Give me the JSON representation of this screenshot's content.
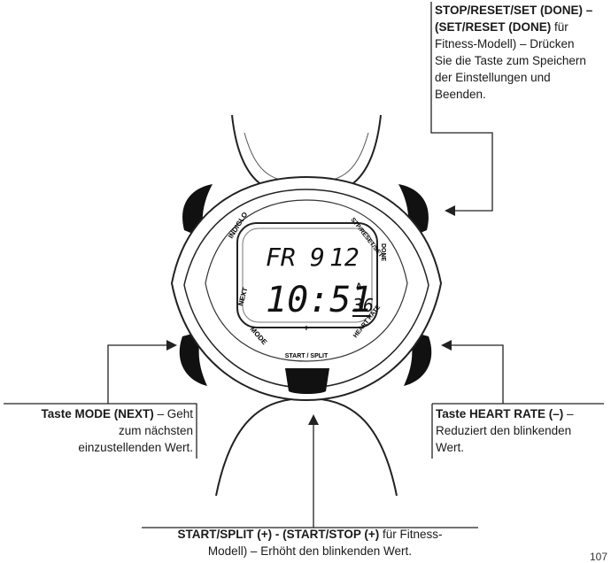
{
  "watch": {
    "buttons": {
      "top_left": "INDIGLO",
      "top_right": "STP/RESET/SET",
      "bottom_left": [
        "NEXT",
        "MODE"
      ],
      "bottom_right": "HEART RATE",
      "bottom_center": "START / SPLIT",
      "side_done": "DONE"
    },
    "display": {
      "day": "FR",
      "date_1": "9",
      "date_2": "12",
      "time_hm": "10:51",
      "indicator_a": "A",
      "seconds": "36"
    }
  },
  "callouts": {
    "top": {
      "line1_bold": "STOP/RESET/SET (DONE) –",
      "line2_bold": "(SET/RESET (DONE)",
      "line2_rest": " für",
      "line3": "Fitness-Modell) – Drücken",
      "line4": "Sie die Taste zum Speichern",
      "line5": "der Einstellungen und",
      "line6": "Beenden."
    },
    "left": {
      "line1_bold": "Taste MODE (NEXT)",
      "line1_rest": " – Geht",
      "line2": "zum nächsten",
      "line3": "einzustellenden Wert."
    },
    "right": {
      "line1_bold": "Taste HEART RATE (–)",
      "line1_rest": " –",
      "line2": "Reduziert den blinkenden",
      "line3": "Wert."
    },
    "bottom": {
      "line1_bold": "START/SPLIT (+) - (START/STOP (+)",
      "line1_rest": " für Fitness-",
      "line2": "Modell) – Erhöht den blinkenden Wert."
    }
  },
  "page_number": "107"
}
